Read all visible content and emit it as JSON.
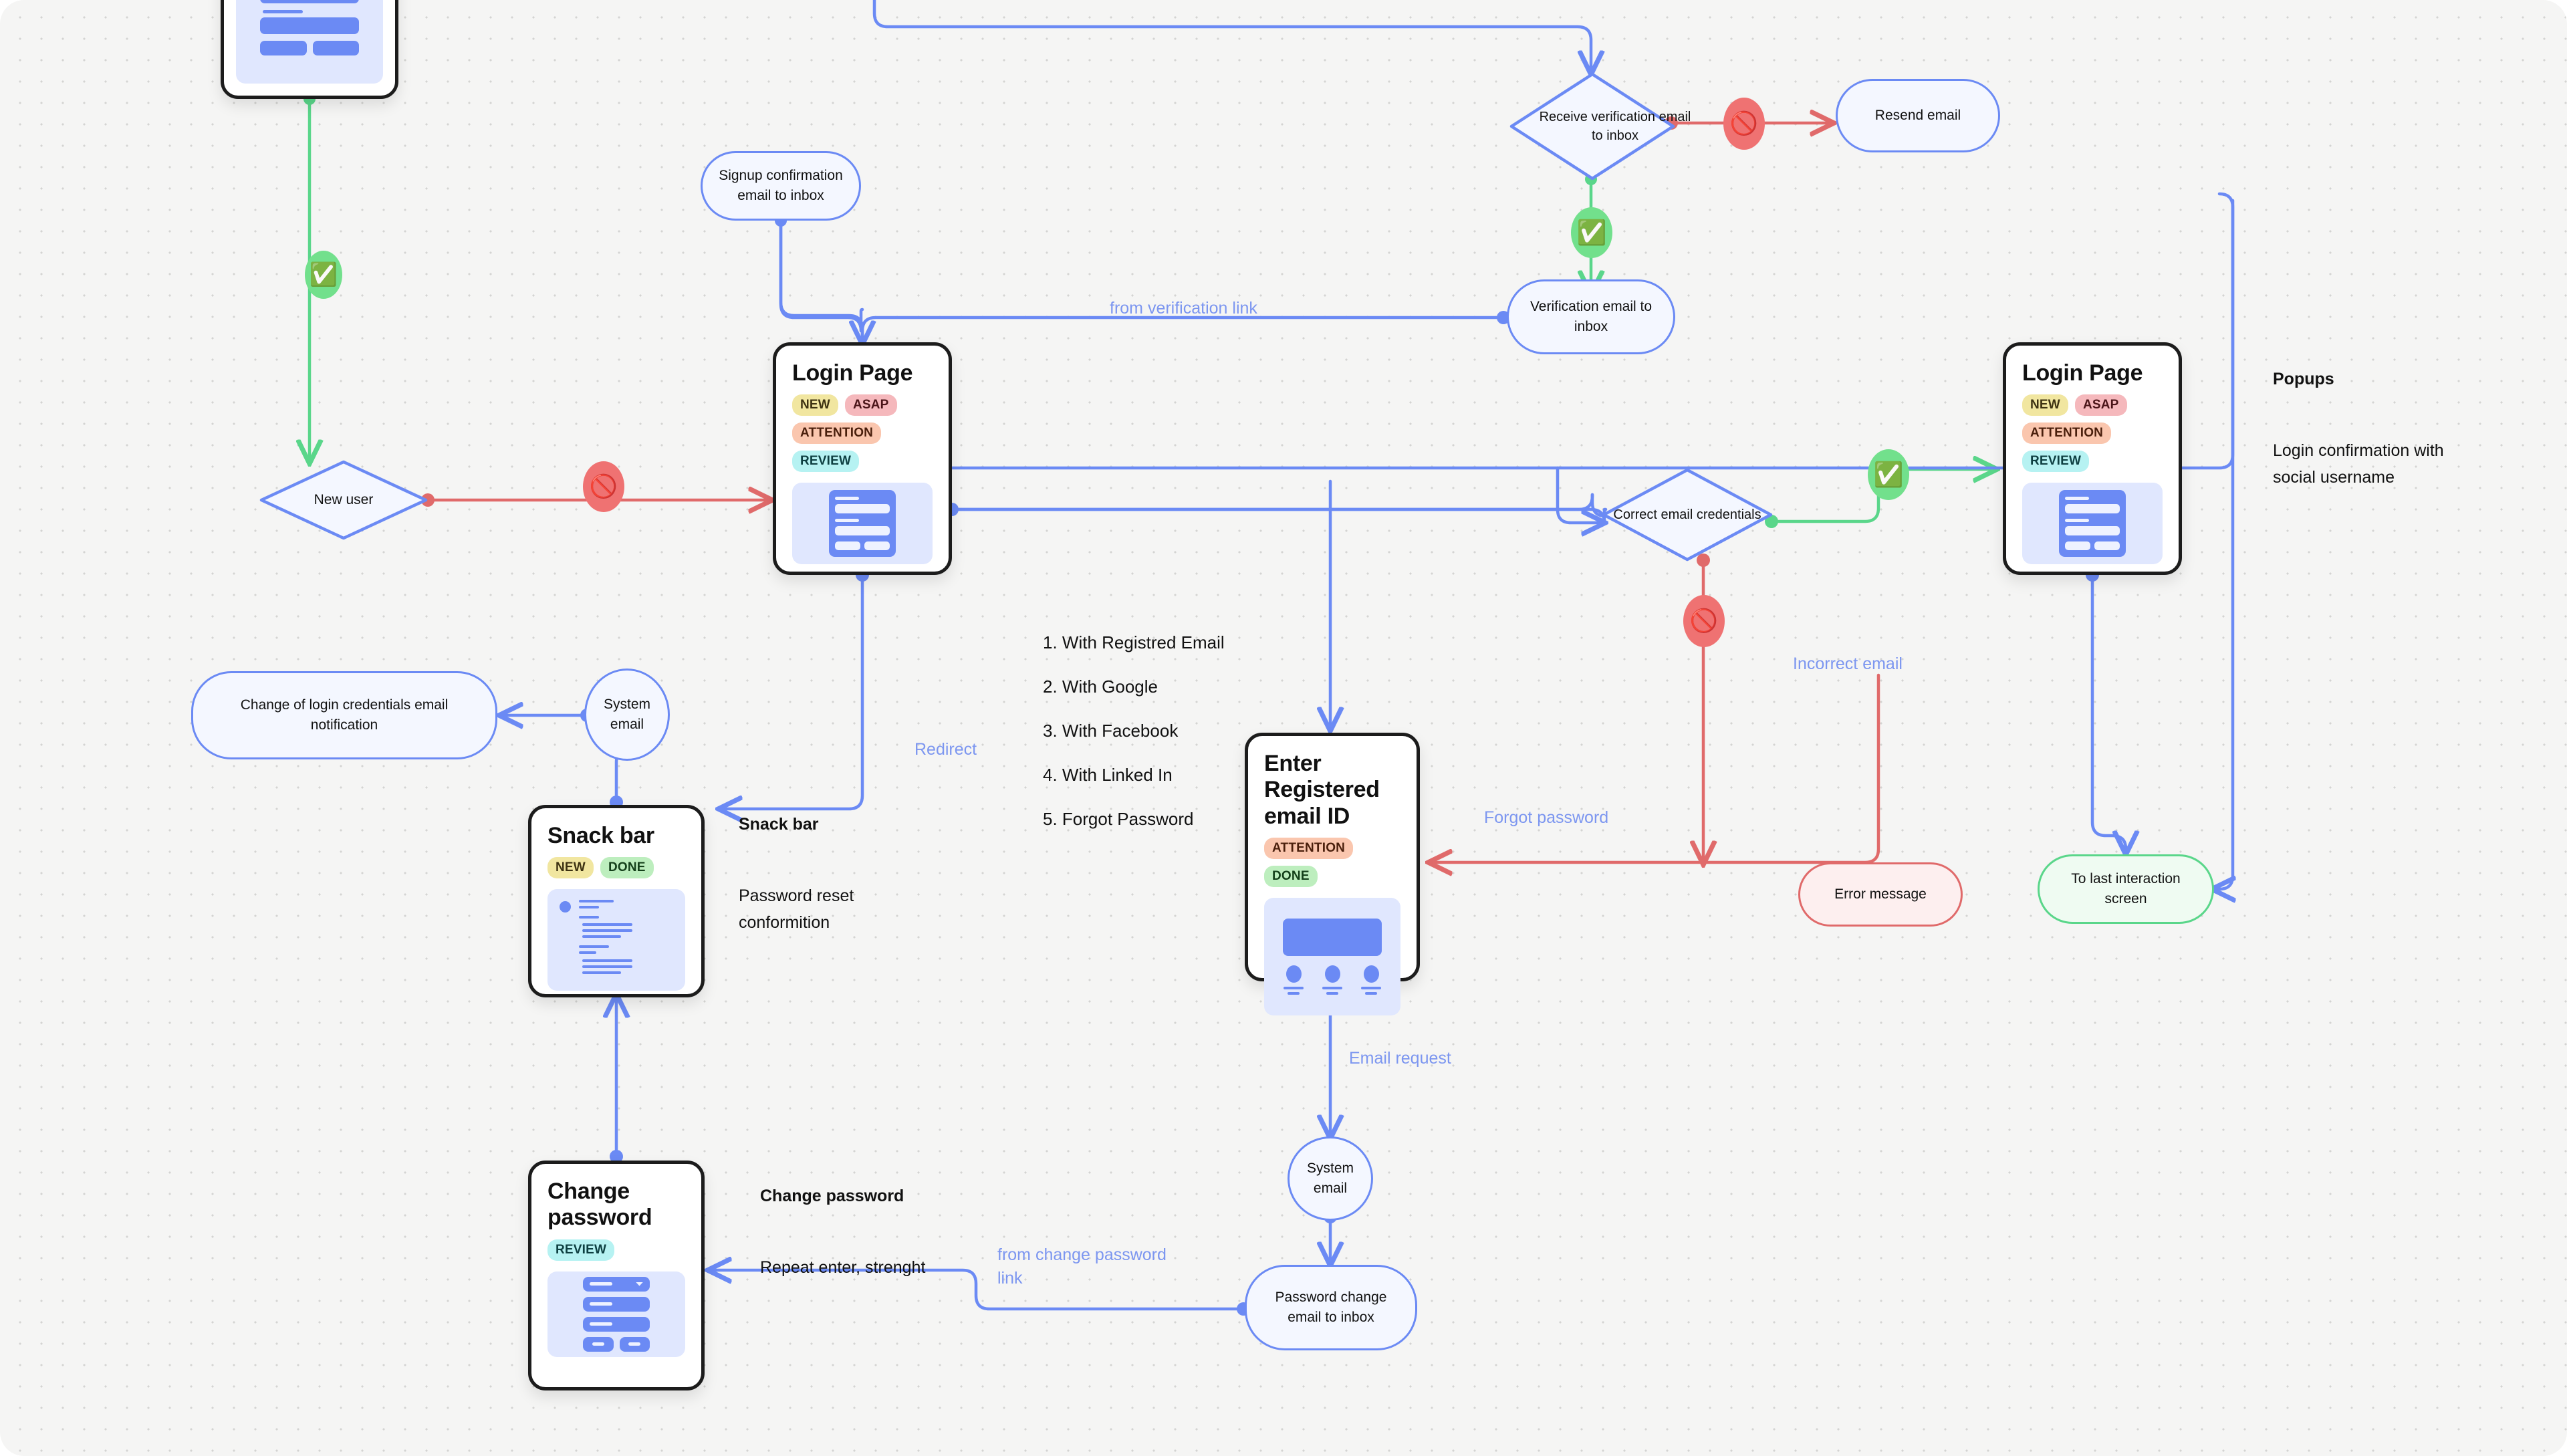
{
  "canvas": {
    "background": "#f5f5f4",
    "dot_color": "#d4d4d2"
  },
  "palette": {
    "blue": "#6b8af4",
    "red": "#e06a6a",
    "green": "#5ad68a",
    "label_blue": "#7c96f0",
    "card_border": "#1c1c1c",
    "thumb_bg": "#e0e7fe"
  },
  "cards": [
    {
      "id": "card-top-left-partial",
      "title": "",
      "tags": [],
      "wireframe": "form-with-dropdown"
    },
    {
      "id": "card-login-page-left",
      "title": "Login Page",
      "tags": [
        "NEW",
        "ASAP",
        "ATTENTION",
        "REVIEW"
      ],
      "wireframe": "login-form"
    },
    {
      "id": "card-login-page-right",
      "title": "Login Page",
      "tags": [
        "NEW",
        "ASAP",
        "ATTENTION",
        "REVIEW"
      ],
      "wireframe": "login-form"
    },
    {
      "id": "card-enter-registered-email",
      "title": "Enter Registered email ID",
      "tags": [
        "ATTENTION",
        "DONE"
      ],
      "wireframe": "email-entry"
    },
    {
      "id": "card-snack-bar",
      "title": "Snack bar",
      "tags": [
        "NEW",
        "DONE"
      ],
      "wireframe": "snackbar-lines"
    },
    {
      "id": "card-change-password",
      "title": "Change password",
      "tags": [
        "REVIEW"
      ],
      "wireframe": "password-form"
    }
  ],
  "nodes": [
    {
      "id": "node-new-user",
      "label": "New user",
      "shape": "diamond"
    },
    {
      "id": "node-signup-confirmation-email",
      "label": "Signup confirmation email to inbox",
      "shape": "rounded"
    },
    {
      "id": "node-receive-verification-email",
      "label": "Receive verification email to inbox",
      "shape": "diamond"
    },
    {
      "id": "node-resend-email",
      "label": "Resend email",
      "shape": "rounded"
    },
    {
      "id": "node-verification-email-inbox",
      "label": "Verification email to inbox",
      "shape": "rounded"
    },
    {
      "id": "node-correct-email-credentials",
      "label": "Correct email credentials",
      "shape": "diamond"
    },
    {
      "id": "node-error-message",
      "label": "Error message",
      "shape": "rounded-red"
    },
    {
      "id": "node-to-last-interaction-screen",
      "label": "To last interaction screen",
      "shape": "rounded-green"
    },
    {
      "id": "node-system-email-left",
      "label": "System email",
      "shape": "ellipse"
    },
    {
      "id": "node-change-of-login-credentials",
      "label": "Change of login credentials email notification",
      "shape": "rounded"
    },
    {
      "id": "node-system-email-bottom",
      "label": "System email",
      "shape": "ellipse"
    },
    {
      "id": "node-password-change-email-inbox",
      "label": "Password change email to inbox",
      "shape": "rounded"
    }
  ],
  "edge_labels": [
    {
      "id": "edge-label-from-verification-link",
      "text": "from verification link"
    },
    {
      "id": "edge-label-redirect",
      "text": "Redirect"
    },
    {
      "id": "edge-label-incorrect-email",
      "text": "Incorrect email"
    },
    {
      "id": "edge-label-forgot-password",
      "text": "Forgot password"
    },
    {
      "id": "edge-label-email-request",
      "text": "Email request"
    },
    {
      "id": "edge-label-from-change-password-link",
      "text": "from change password\nlink"
    }
  ],
  "notes": [
    {
      "id": "note-popups",
      "heading": "Popups",
      "body": "Login confirmation with\nsocial username"
    },
    {
      "id": "note-snack-bar",
      "heading": "Snack bar",
      "body": "Password reset\nconformition"
    },
    {
      "id": "note-change-password",
      "heading": "Change password",
      "body": "Repeat enter, strenght"
    }
  ],
  "login_options": {
    "items": [
      "1. With Registred Email",
      "2. With Google",
      "3. With Facebook",
      "4. With Linked In",
      "5. Forgot Password"
    ]
  },
  "badges": [
    {
      "id": "badge-check-new-user",
      "glyph": "✅",
      "kind": "check"
    },
    {
      "id": "badge-block-new-user",
      "glyph": "🚫",
      "kind": "block"
    },
    {
      "id": "badge-block-resend-email",
      "glyph": "🚫",
      "kind": "block"
    },
    {
      "id": "badge-check-verification",
      "glyph": "✅",
      "kind": "check"
    },
    {
      "id": "badge-check-credentials",
      "glyph": "✅",
      "kind": "check"
    },
    {
      "id": "badge-block-credentials",
      "glyph": "🚫",
      "kind": "block"
    }
  ]
}
